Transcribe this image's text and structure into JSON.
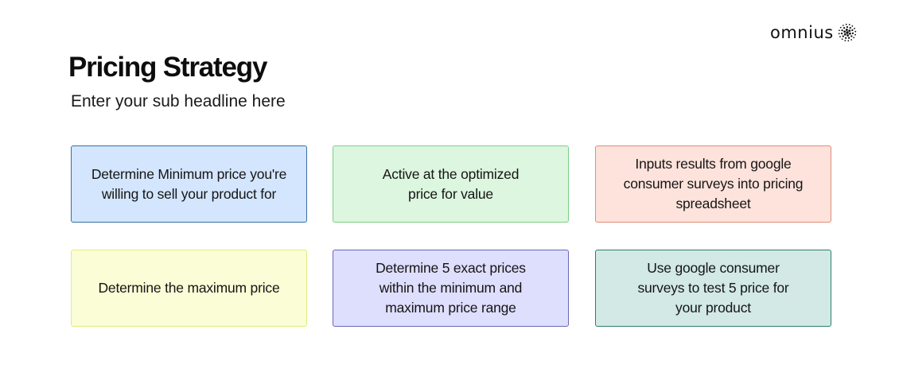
{
  "header": {
    "title": "Pricing Strategy",
    "subtitle": "Enter your sub headline here"
  },
  "logo": {
    "text": "omnius",
    "icon": "dotted-sphere-icon"
  },
  "cards": [
    {
      "lines": [
        "Determine Minimum price you're",
        "willing to sell your product for"
      ],
      "fill": "#d3e6fd",
      "border": "#3a6ea5"
    },
    {
      "lines": [
        "Active at the optimized",
        "price for value"
      ],
      "fill": "#dcf6df",
      "border": "#7ccf86"
    },
    {
      "lines": [
        "Inputs results from google",
        "consumer surveys into pricing",
        "spreadsheet"
      ],
      "fill": "#fde3dc",
      "border": "#e08d78"
    },
    {
      "lines": [
        "Determine the maximum price"
      ],
      "fill": "#fafdd6",
      "border": "#e1ee7c"
    },
    {
      "lines": [
        "Determine 5 exact prices",
        "within the minimum and",
        "maximum price range"
      ],
      "fill": "#dedefd",
      "border": "#6b66b8"
    },
    {
      "lines": [
        "Use google consumer",
        "surveys to test 5 price for",
        "your product"
      ],
      "fill": "#d2e9e5",
      "border": "#2f7d6f"
    }
  ]
}
